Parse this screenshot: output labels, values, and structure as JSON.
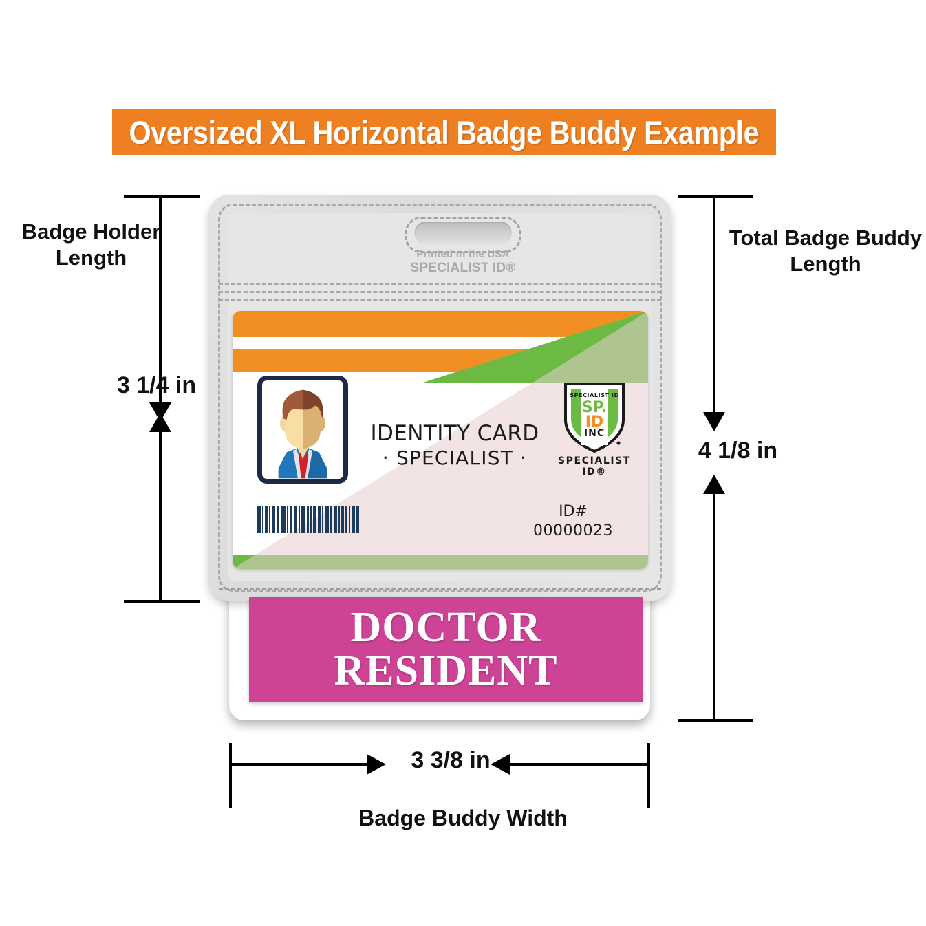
{
  "title_banner": {
    "text": "Oversized XL Horizontal Badge Buddy Example",
    "background_color": "#ef8022",
    "text_color": "#ffffff"
  },
  "badge_holder": {
    "printed_line1": "Printed in the USA",
    "printed_line2": "SPECIALIST ID®"
  },
  "id_card": {
    "title_line1": "IDENTITY CARD",
    "title_line2": "· SPECIALIST ·",
    "id_label": "ID#",
    "id_number": "00000023",
    "logo_top_text": "SPECIALIST ID",
    "logo_sp": "SP.",
    "logo_id": "ID",
    "logo_inc": "INC",
    "logo_caption": "SPECIALIST ID®",
    "stripe_orange": "#f28f22",
    "stripe_green": "#6cba44",
    "photo_border": "#1b2a47",
    "barcode_color": "#1b3a5c"
  },
  "badge_buddy": {
    "banner_line1": "DOCTOR",
    "banner_line2": "RESIDENT",
    "banner_color": "#cd4395",
    "banner_text_color": "#ffffff"
  },
  "dimensions": {
    "left_label": "Badge Holder Length",
    "left_value": "3 1/4 in",
    "right_label": "Total Badge Buddy Length",
    "right_value": "4 1/8 in",
    "bottom_value": "3 3/8 in",
    "bottom_label": "Badge Buddy Width"
  }
}
